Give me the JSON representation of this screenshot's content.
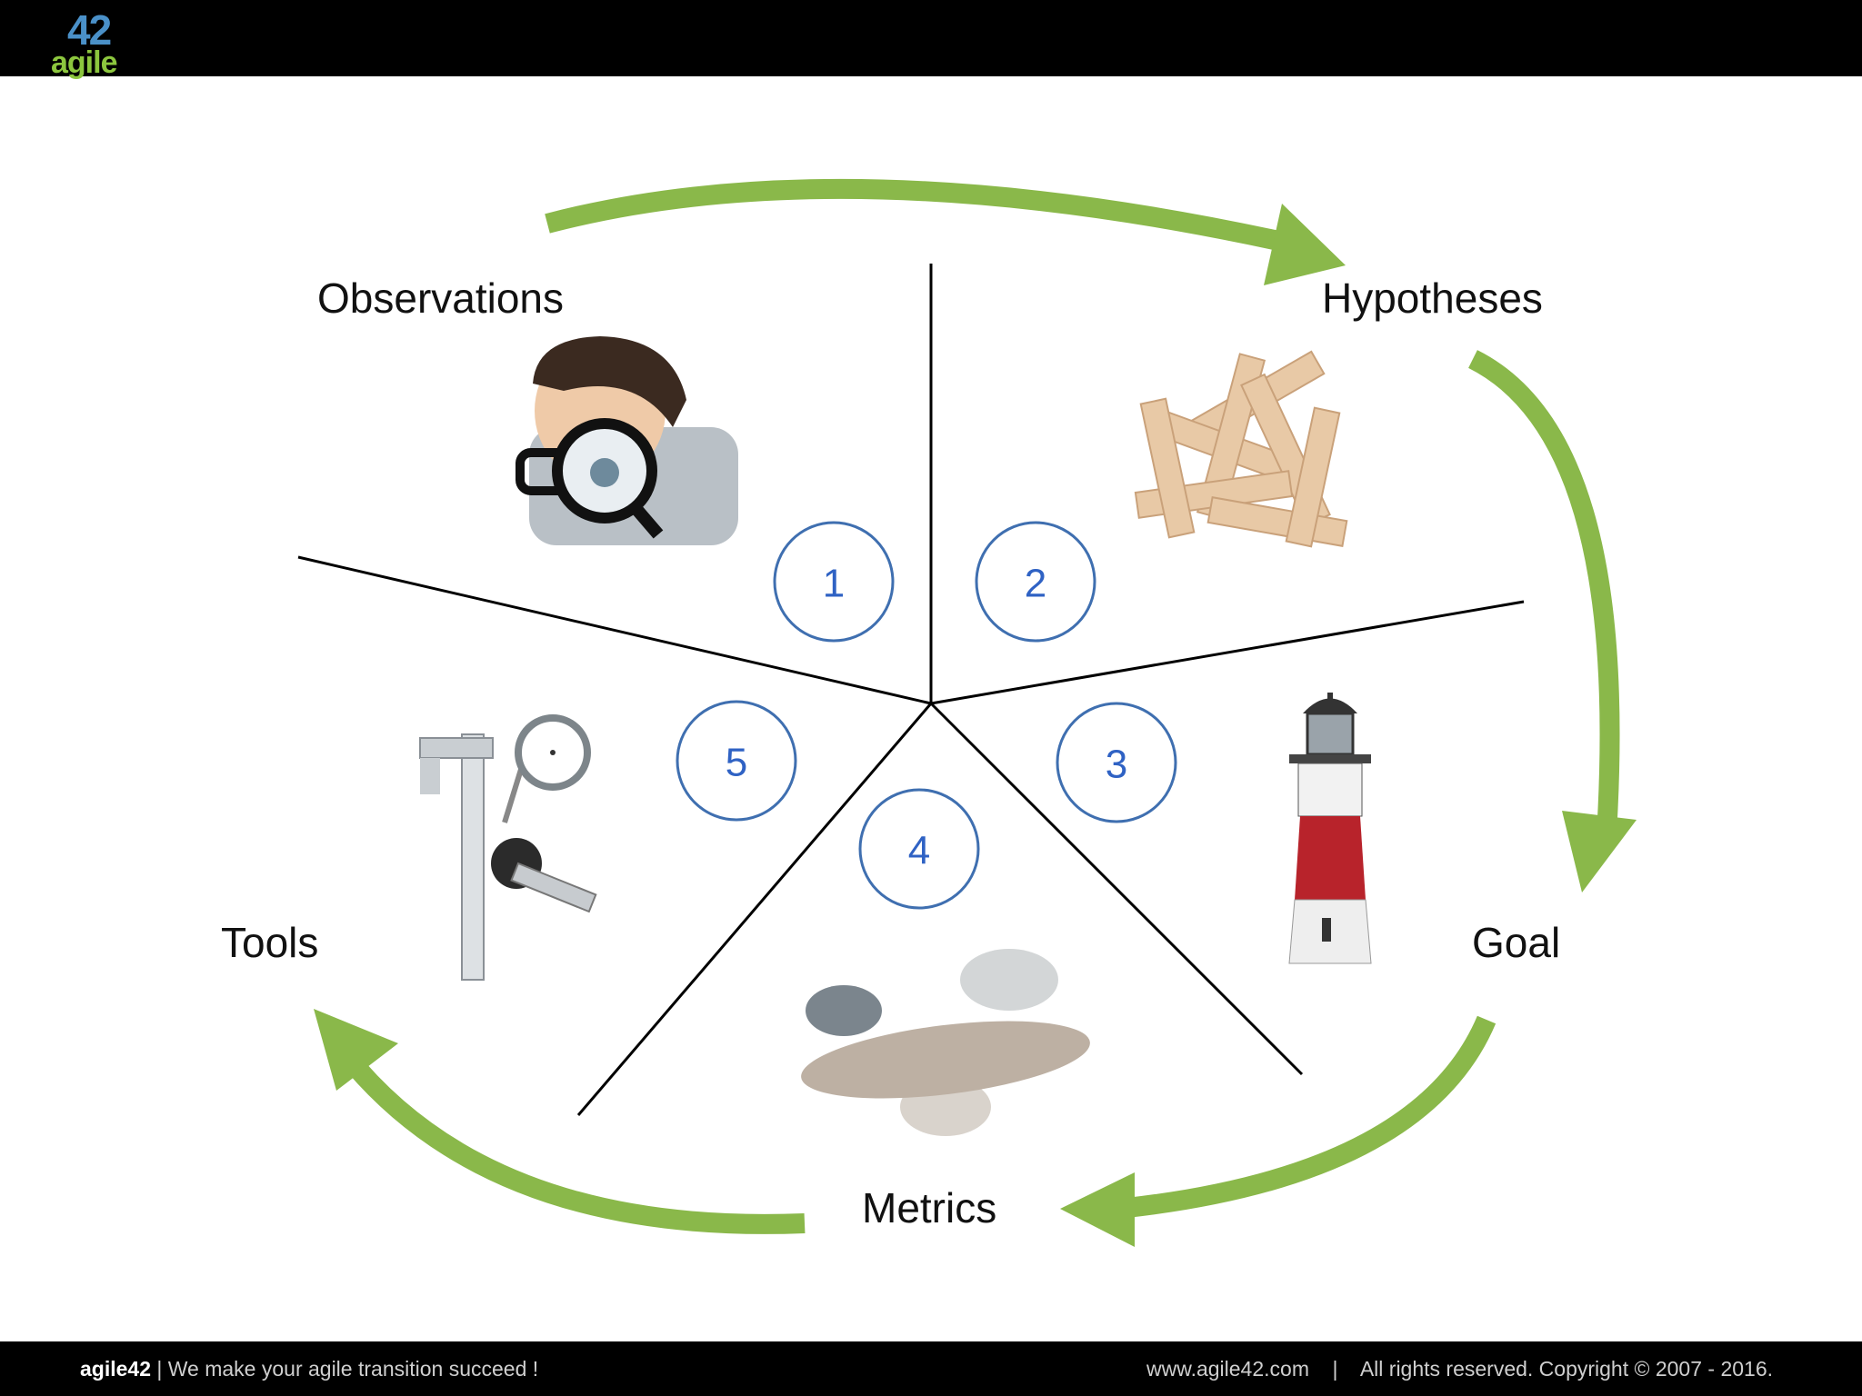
{
  "logo": {
    "number": "42",
    "word": "agile"
  },
  "steps": [
    {
      "number": "1",
      "label": "Observations"
    },
    {
      "number": "2",
      "label": "Hypotheses"
    },
    {
      "number": "3",
      "label": "Goal"
    },
    {
      "number": "4",
      "label": "Metrics"
    },
    {
      "number": "5",
      "label": "Tools"
    }
  ],
  "colors": {
    "arrow": "#8ab84a",
    "circle_stroke": "#3f6fb0",
    "circle_text": "#2f62c4",
    "divider": "#000000"
  },
  "illustrations": [
    "magnifying-glass-man",
    "wooden-puzzle",
    "lighthouse",
    "balanced-stones",
    "measuring-tools"
  ],
  "footer": {
    "brand": "agile42",
    "tagline": " | We make your agile transition succeed !",
    "site": "www.agile42.com",
    "separator": "|",
    "copyright": "All rights reserved. Copyright © 2007 - 2016."
  }
}
